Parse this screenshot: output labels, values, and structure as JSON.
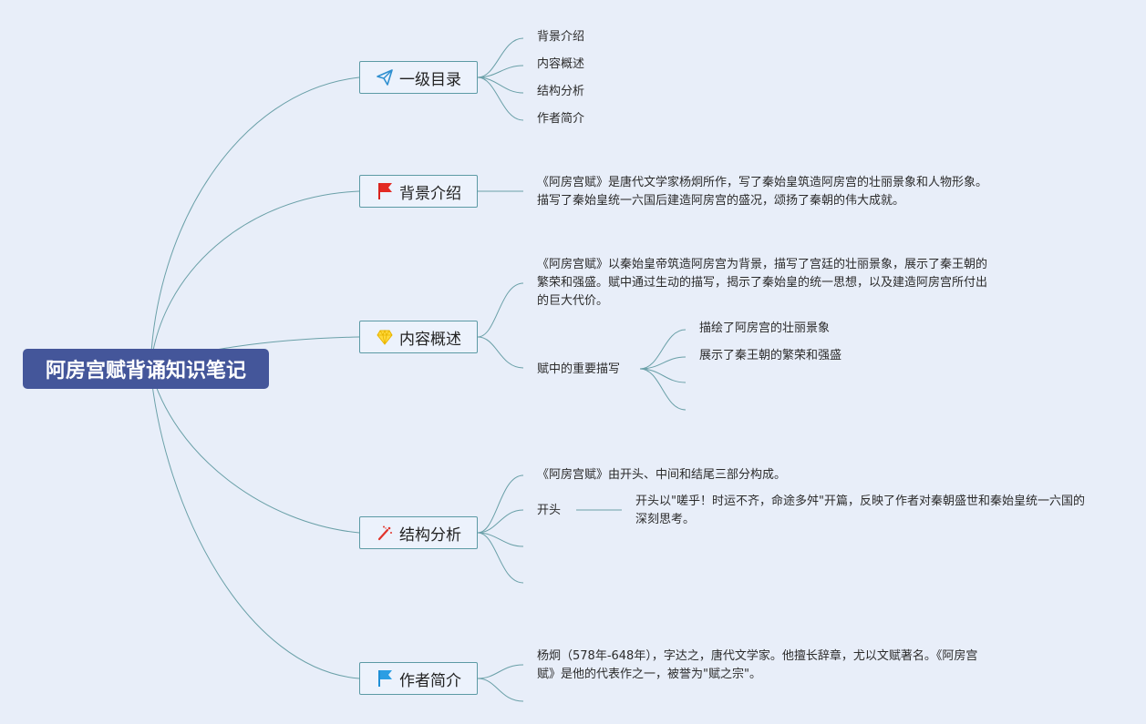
{
  "root": {
    "title": "阿房宫赋背诵知识笔记"
  },
  "branches": [
    {
      "label": "一级目录",
      "icon": "paper-plane-icon",
      "children": [
        "背景介绍",
        "内容概述",
        "结构分析",
        "作者简介"
      ]
    },
    {
      "label": "背景介绍",
      "icon": "red-flag-icon",
      "text": "《阿房宫赋》是唐代文学家杨炯所作，写了秦始皇筑造阿房宫的壮丽景象和人物形象。描写了秦始皇统一六国后建造阿房宫的盛况，颂扬了秦朝的伟大成就。"
    },
    {
      "label": "内容概述",
      "icon": "gem-icon",
      "text": "《阿房宫赋》以秦始皇帝筑造阿房宫为背景，描写了宫廷的壮丽景象，展示了秦王朝的繁荣和强盛。赋中通过生动的描写，揭示了秦始皇的统一思想，以及建造阿房宫所付出的巨大代价。",
      "sub": {
        "label": "赋中的重要描写",
        "children": [
          "描绘了阿房宫的壮丽景象",
          "展示了秦王朝的繁荣和强盛"
        ]
      }
    },
    {
      "label": "结构分析",
      "icon": "magic-wand-icon",
      "text": "《阿房宫赋》由开头、中间和结尾三部分构成。",
      "sub": {
        "label": "开头",
        "text": "开头以\"嗟乎！时运不齐，命途多舛\"开篇，反映了作者对秦朝盛世和秦始皇统一六国的深刻思考。"
      }
    },
    {
      "label": "作者简介",
      "icon": "blue-flag-icon",
      "text": "杨炯（578年-648年），字达之，唐代文学家。他擅长辞章，尤以文赋著名。《阿房宫赋》是他的代表作之一，被誉为\"赋之宗\"。"
    }
  ],
  "colors": {
    "background": "#e8eef9",
    "root_fill": "#44569a",
    "connector": "#5c9aa5",
    "branch_border": "#5c9aa5"
  }
}
